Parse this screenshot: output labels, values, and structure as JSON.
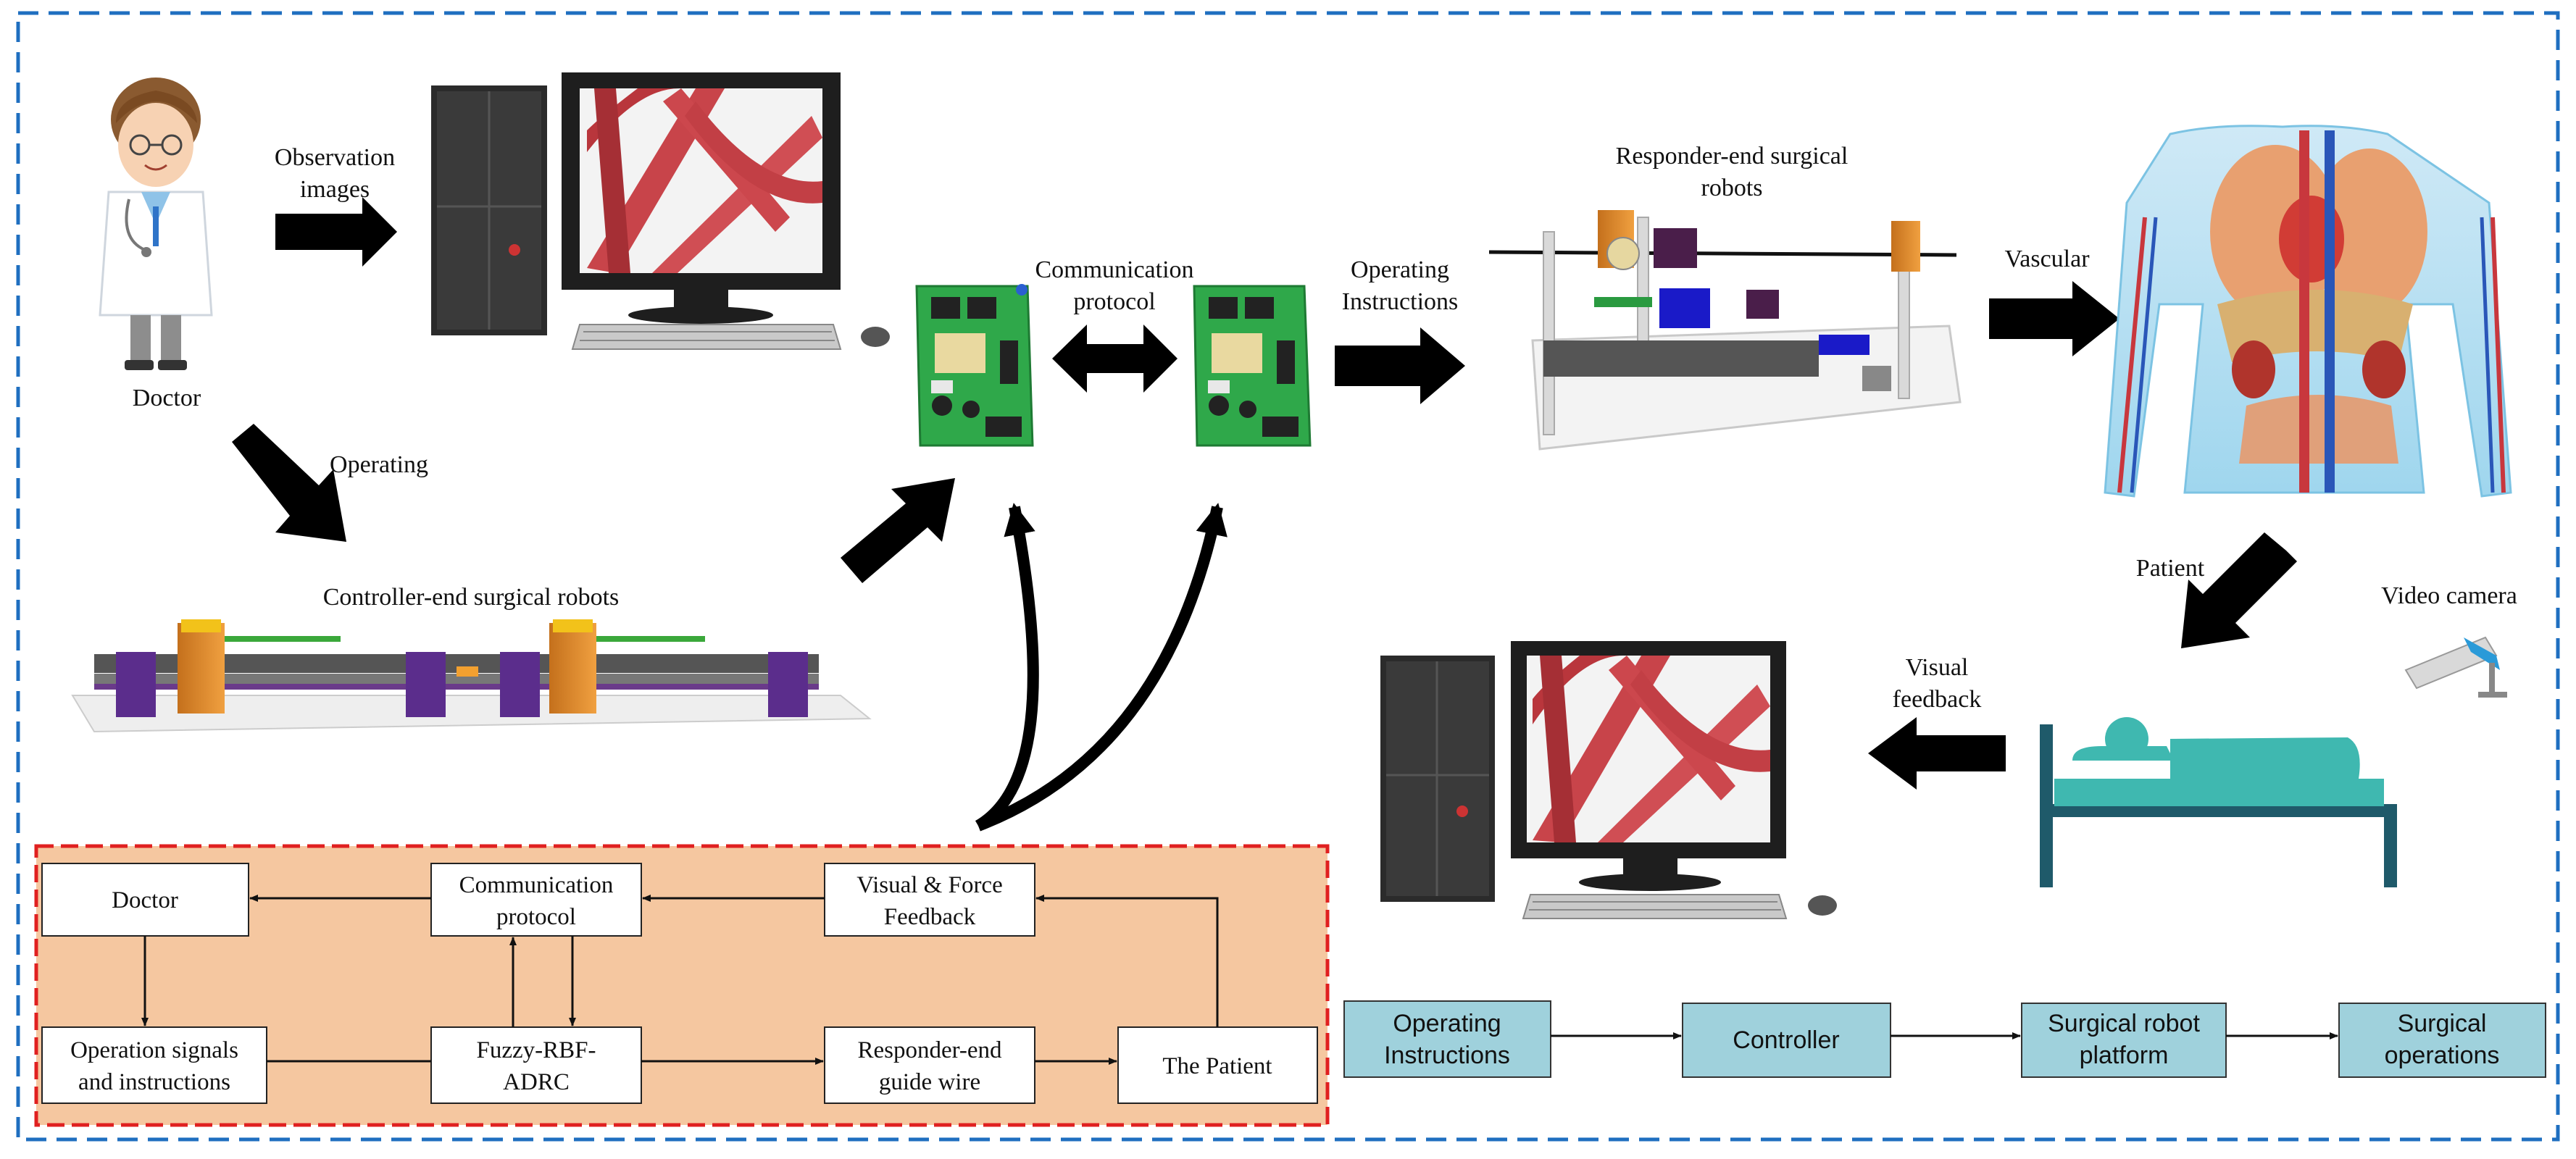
{
  "labels": {
    "doctor": "Doctor",
    "observation_images": [
      "Observation",
      "images"
    ],
    "operating": "Operating",
    "controller_robots": "Controller-end surgical robots",
    "communication_protocol": [
      "Communication",
      "protocol"
    ],
    "operating_instructions": [
      "Operating",
      "Instructions"
    ],
    "responder_robots": [
      "Responder-end surgical",
      "robots"
    ],
    "vascular": "Vascular",
    "patient": "Patient",
    "video_camera": "Video camera",
    "visual_feedback": [
      "Visual",
      "feedback"
    ]
  },
  "control_loop": {
    "doctor": [
      "Doctor"
    ],
    "communication_protocol": [
      "Communication",
      "protocol"
    ],
    "visual_force_feedback": [
      "Visual & Force",
      "Feedback"
    ],
    "operation_signals": [
      "Operation signals",
      "and instructions"
    ],
    "fuzzy_rbf_adrc": [
      "Fuzzy-RBF-",
      "ADRC"
    ],
    "responder_guide_wire": [
      "Responder-end",
      "guide wire"
    ],
    "the_patient": [
      "The Patient"
    ]
  },
  "workflow": {
    "operating_instructions": [
      "Operating",
      "Instructions"
    ],
    "controller": [
      "Controller"
    ],
    "surgical_robot_platform": [
      "Surgical robot",
      "platform"
    ],
    "surgical_operations": [
      "Surgical",
      "operations"
    ]
  },
  "colors": {
    "frame_blue": "#1f6fc0",
    "loop_fill": "#f5c7a0",
    "loop_border": "#e02020",
    "workflow_fill": "#9fd1dc",
    "pcb_green": "#2fa84a",
    "bed_teal": "#3fb8b0",
    "vessel_red": "#c8373d"
  },
  "icons": [
    "doctor-icon",
    "computer-tower-icon",
    "monitor-icon",
    "keyboard-icon",
    "mouse-icon",
    "circuit-board-icon",
    "robot-icon",
    "anatomy-icon",
    "video-camera-icon",
    "hospital-bed-icon"
  ]
}
